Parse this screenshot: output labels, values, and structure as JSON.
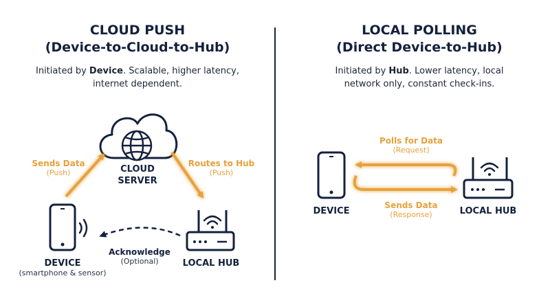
{
  "cloud_push": {
    "title_line1": "CLOUD PUSH",
    "title_line2": "(Device-to-Cloud-to-Hub)",
    "desc_prefix": "Initiated by ",
    "desc_bold": "Device",
    "desc_rest": ". Scalable, higher latency,",
    "desc_line2": "internet dependent.",
    "cloud_label_1": "CLOUD",
    "cloud_label_2": "SERVER",
    "sends_label": "Sends Data",
    "sends_sub": "(Push)",
    "routes_label": "Routes to Hub",
    "routes_sub": "(Push)",
    "ack_label": "Acknowledge",
    "ack_sub": "(Optional)",
    "device_label": "DEVICE",
    "device_sub": "(smartphone & sensor)",
    "hub_label": "LOCAL HUB"
  },
  "local_polling": {
    "title_line1": "LOCAL POLLING",
    "title_line2": "(Direct Device-to-Hub)",
    "desc_prefix": "Initiated by ",
    "desc_bold": "Hub",
    "desc_rest": ". Lower latency, local",
    "desc_line2": "network only, constant check-ins.",
    "polls_label": "Polls for Data",
    "polls_sub": "(Request)",
    "sends_label": "Sends Data",
    "sends_sub": "(Response)",
    "device_label": "DEVICE",
    "hub_label": "LOCAL HUB"
  },
  "colors": {
    "navy": "#14213d",
    "accent": "#e6a23c"
  },
  "icons": [
    "cloud-icon",
    "globe-icon",
    "smartphone-icon",
    "signal-waves-icon",
    "router-icon",
    "wifi-icon"
  ]
}
